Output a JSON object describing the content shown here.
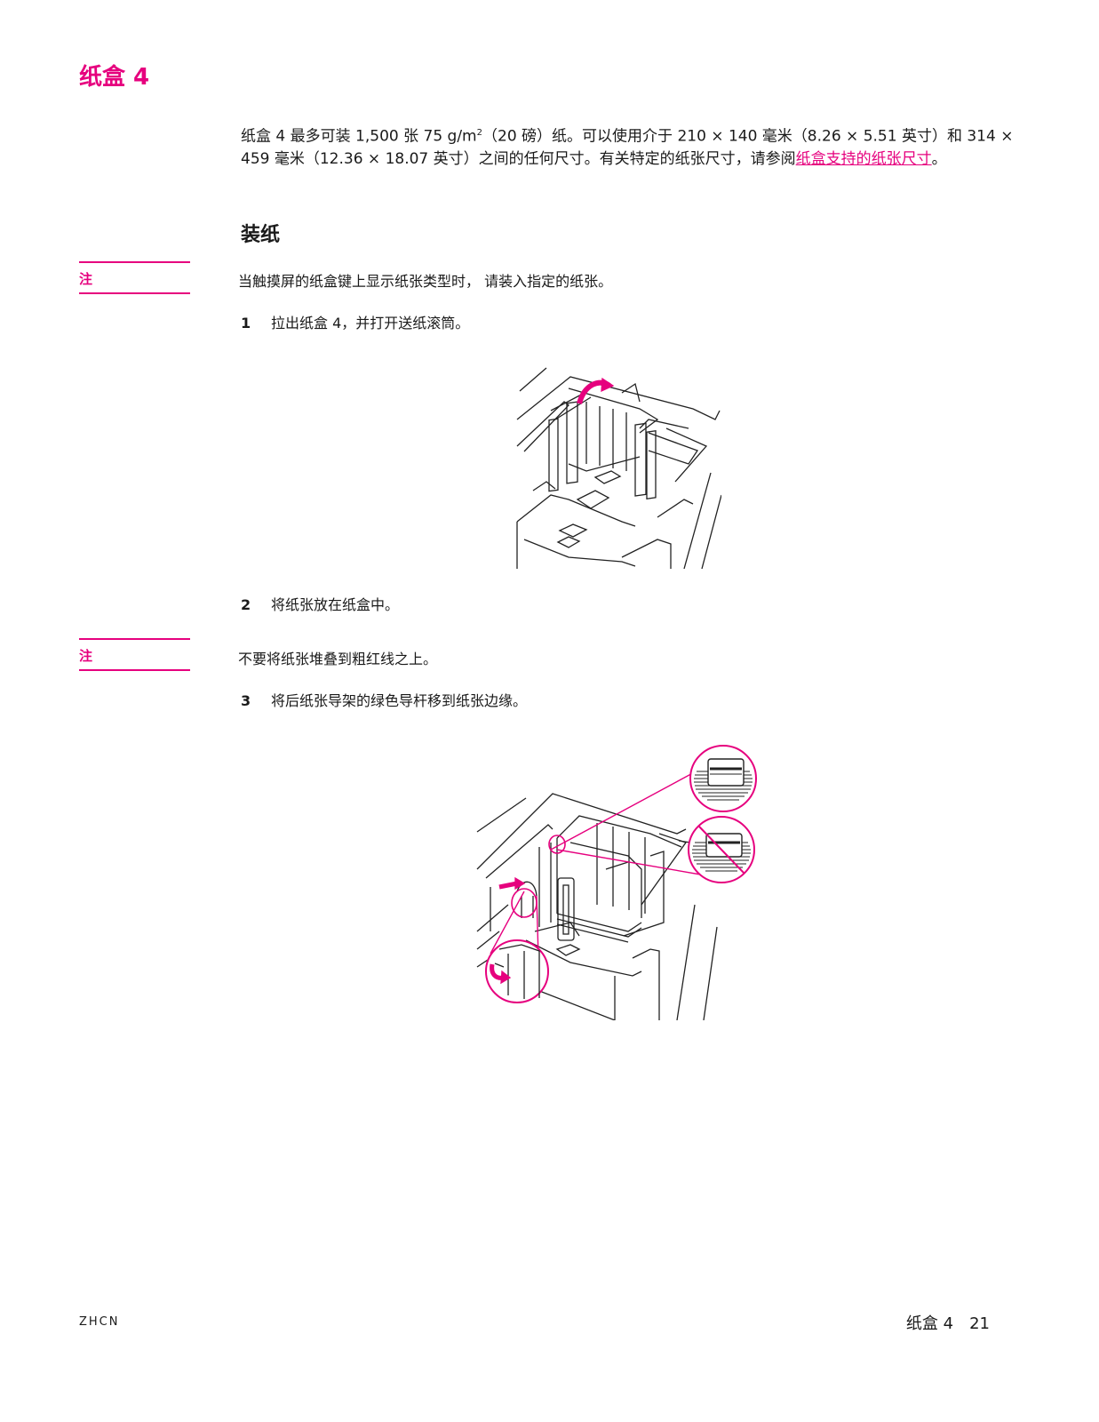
{
  "page": {
    "title": "纸盒 4",
    "intro": {
      "part1": "纸盒 4 最多可装 1,500 张 75 g/m",
      "sup": "2",
      "part2": "（20 磅）纸。可以使用介于 210 × 140 毫米（8.26 × 5.51 英寸）和 314 × 459 毫米（12.36 × 18.07 英寸）之间的任何尺寸。有关特定的纸张尺寸，请参阅",
      "link": "纸盒支持的纸张尺寸",
      "end": "。"
    },
    "section_title": "装纸",
    "notes": [
      {
        "label": "注",
        "text": "当触摸屏的纸盒键上显示纸张类型时， 请装入指定的纸张。"
      },
      {
        "label": "注",
        "text": "不要将纸张堆叠到粗红线之上。"
      }
    ],
    "steps": [
      {
        "num": "1",
        "text": "拉出纸盒 4，并打开送纸滚筒。"
      },
      {
        "num": "2",
        "text": "将纸张放在纸盒中。"
      },
      {
        "num": "3",
        "text": "将后纸张导架的绿色导杆移到纸张边缘。"
      }
    ],
    "footer": {
      "left": "ZHCN",
      "right_title": "纸盒 4",
      "page_number": "21"
    },
    "colors": {
      "accent": "#e6007e",
      "text": "#1a1a1a"
    }
  }
}
